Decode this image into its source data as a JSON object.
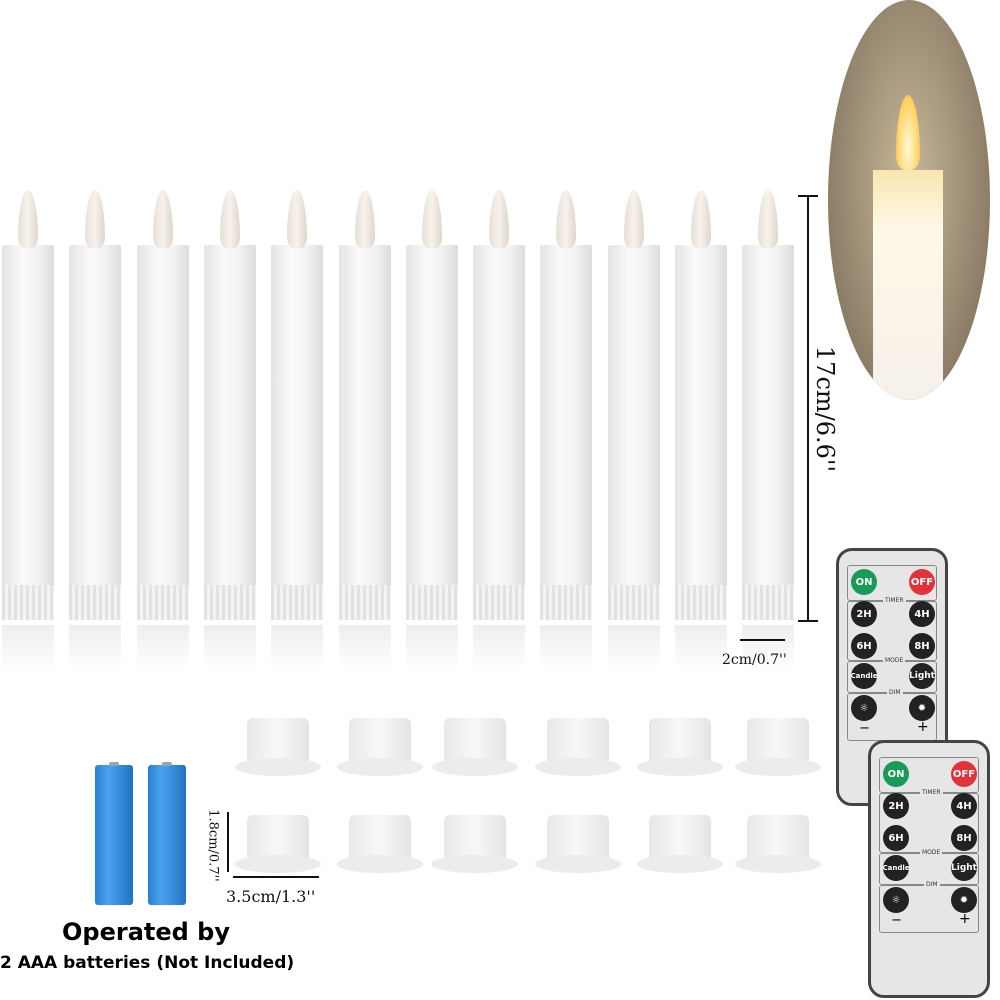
{
  "dimensions": {
    "height": "17cm/6.6''",
    "diameter": "2cm/0.7''",
    "cap_height": "1.8cm/0.7''",
    "cap_width": "3.5cm/1.3''"
  },
  "batteries": {
    "line1": "Operated by",
    "line2": "2 AAA batteries (Not Included)"
  },
  "remote": {
    "on": "ON",
    "off": "OFF",
    "timer": "TIMER",
    "t2": "2H",
    "t4": "4H",
    "t6": "6H",
    "t8": "8H",
    "mode": "MODE",
    "candle": "Candle",
    "light": "Light",
    "dim": "DIM",
    "minus": "−",
    "plus": "+"
  },
  "colors": {
    "on": "#1a9a5a",
    "off": "#e0343a",
    "battery": "#3a90e0"
  }
}
